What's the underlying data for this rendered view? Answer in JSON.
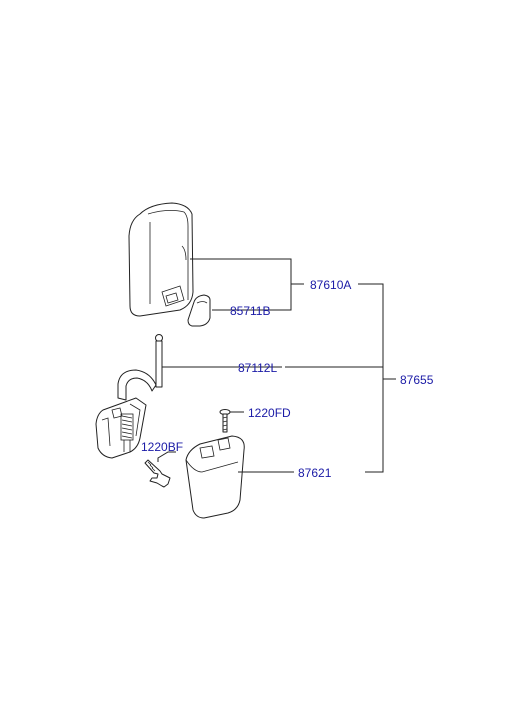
{
  "parts": {
    "mirror_housing": "87610A",
    "mirror_glass": "85711B",
    "mirror_arm": "87112L",
    "mirror_assembly": "87655",
    "screw_top": "1220FD",
    "screw_base": "1220BF",
    "base_cover": "87621"
  },
  "colors": {
    "label_text": "#1a1aa6",
    "line": "#222222",
    "part_fill": "#ffffff"
  }
}
